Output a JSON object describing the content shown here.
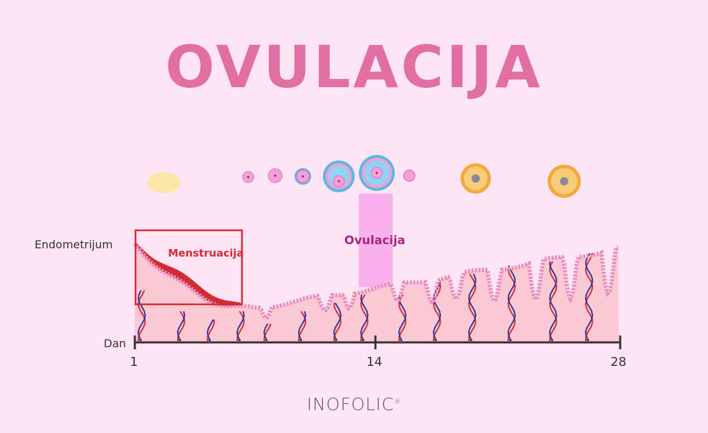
{
  "title": "OVULACIJA",
  "labels": {
    "endometrium": "Endometrijum",
    "day": "Dan",
    "menstruation": "Menstruacija",
    "ovulation": "Ovulacija"
  },
  "axis": {
    "ticks": [
      "1",
      "14",
      "28"
    ]
  },
  "brand": {
    "name": "INOFOLIC",
    "mark": "®"
  },
  "colors": {
    "background": "#fde5f6",
    "title": "#e16fa4",
    "menstruation": "#d42a32",
    "ovulation_band": "#f9b0ec",
    "tissue": "#fbc9d4"
  }
}
